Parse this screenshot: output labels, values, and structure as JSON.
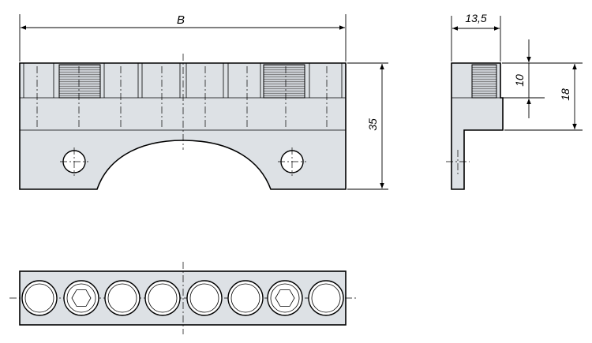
{
  "dimensions": {
    "width_label": "B",
    "depth_label": "13,5",
    "height_label": "35",
    "thread_depth_label": "10",
    "step_height_label": "18"
  },
  "colors": {
    "part_fill": "#dde1e5",
    "thread_fill": "#c9cdd2",
    "line": "#000000"
  },
  "icons": {
    "hex_socket": "hex-socket-icon"
  }
}
